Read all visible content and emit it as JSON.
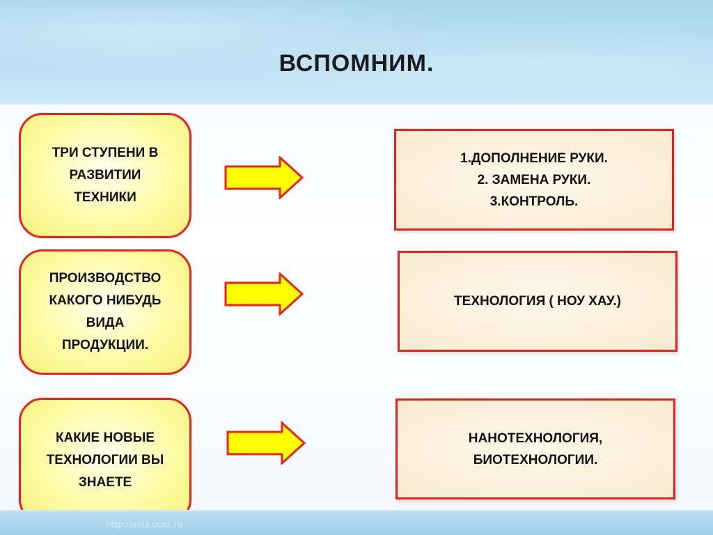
{
  "title": "ВСПОМНИМ.",
  "rows": [
    {
      "left": "ТРИ СТУПЕНИ В\nРАЗВИТИИ\nТЕХНИКИ",
      "right": "1.ДОПОЛНЕНИЕ  РУКИ.\n2. ЗАМЕНА РУКИ.\n3.КОНТРОЛЬ."
    },
    {
      "left": "ПРОИЗВОДСТВО\nКАКОГО НИБУДЬ\nВИДА\nПРОДУКЦИИ.",
      "right": "ТЕХНОЛОГИЯ ( НОУ ХАУ.)"
    },
    {
      "left": "КАКИЕ НОВЫЕ\nТЕХНОЛОГИИ  ВЫ\nЗНАЕТЕ",
      "right": "НАНОТЕХНОЛОГИЯ,\nБИОТЕХНОЛОГИИ."
    }
  ],
  "footer_url": "http://aida.ucoz.ru",
  "colors": {
    "border": "#e8221f",
    "left_fill": "#fdfba6",
    "right_fill": "#f8ead0",
    "arrow_fill": "#ffff00",
    "arrow_stroke": "#e8221f"
  },
  "icons": {
    "arrow": "right-arrow-icon"
  }
}
